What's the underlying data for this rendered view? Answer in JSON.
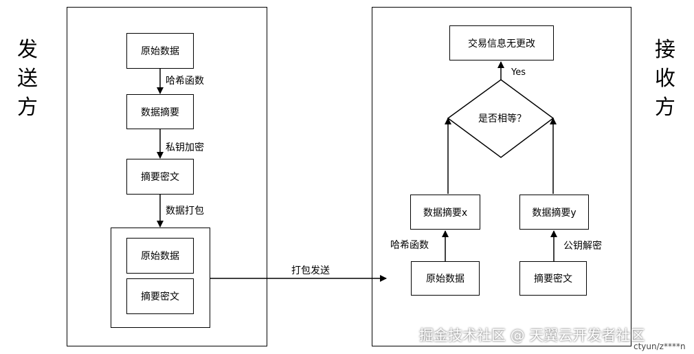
{
  "sender": {
    "label_chars": [
      "发",
      "送",
      "方"
    ],
    "box_raw": "原始数据",
    "step_hash": "哈希函数",
    "box_digest": "数据摘要",
    "step_sign": "私钥加密",
    "box_cipher": "摘要密文",
    "step_pack": "数据打包",
    "pkg_raw": "原始数据",
    "pkg_cipher": "摘要密文"
  },
  "transfer_label": "打包发送",
  "receiver": {
    "label_chars": [
      "接",
      "收",
      "方"
    ],
    "result": "交易信息无更改",
    "yes_label": "Yes",
    "decision": "是否相等？",
    "digest_x": "数据摘要x",
    "digest_y": "数据摘要y",
    "step_hash": "哈希函数",
    "step_verify": "公钥解密",
    "raw": "原始数据",
    "cipher": "摘要密文"
  },
  "watermark": {
    "main": "掘金技术社区 @ 天翼云开发者社区",
    "sub": "ctyun/z****n"
  }
}
